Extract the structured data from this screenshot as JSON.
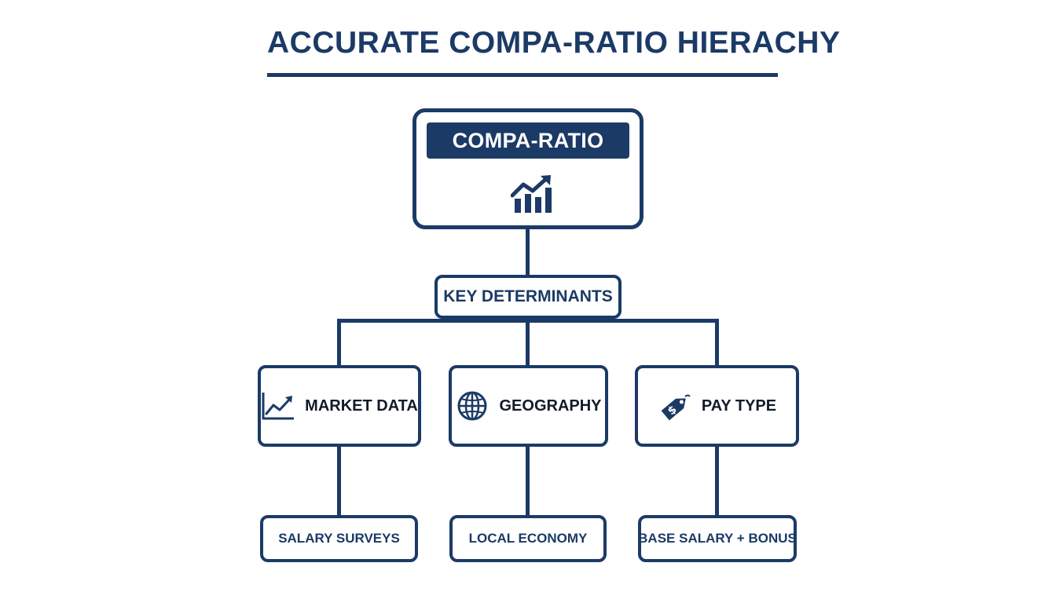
{
  "title": "ACCURATE COMPA-RATIO HIERACHY",
  "root": {
    "label": "COMPA-RATIO",
    "icon": "growth-bar-chart-icon"
  },
  "determinants": {
    "label": "KEY DETERMINANTS"
  },
  "categories": [
    {
      "label": "MARKET DATA",
      "icon": "trend-line-chart-icon",
      "leaf": "SALARY SURVEYS"
    },
    {
      "label": "GEOGRAPHY",
      "icon": "globe-icon",
      "leaf": "LOCAL ECONOMY"
    },
    {
      "label": "PAY TYPE",
      "icon": "price-tag-dollar-icon",
      "leaf": "BASE SALARY + BONUS"
    }
  ],
  "colors": {
    "primary": "#1b3a66",
    "background": "#ffffff",
    "category_text": "#111a2a"
  }
}
